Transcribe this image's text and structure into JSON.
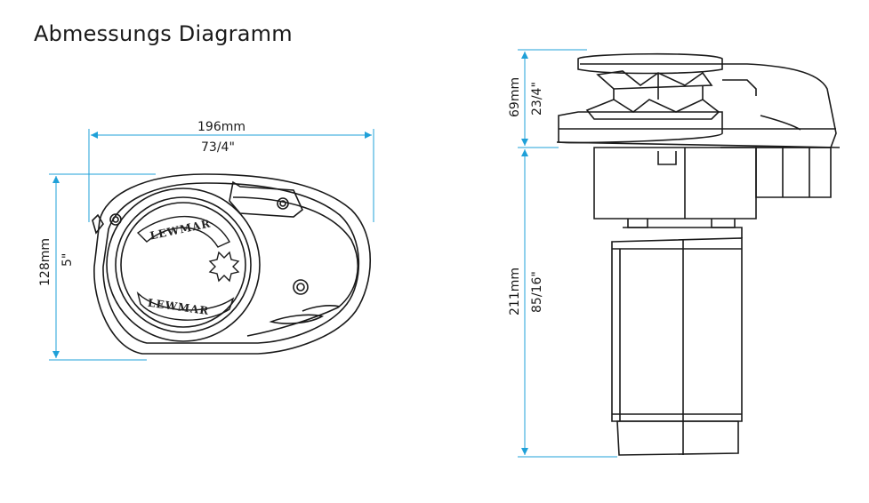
{
  "title": "Abmessungs Diagramm",
  "colors": {
    "dimension_line": "#1fa0d8",
    "outline": "#1a1a1a",
    "background": "#ffffff"
  },
  "top_view": {
    "brand_logo": "LEWMAR",
    "width_mm": "196mm",
    "width_in": "73/4\"",
    "height_mm": "128mm",
    "height_in": "5\""
  },
  "side_view": {
    "upper_mm": "69mm",
    "upper_in": "23/4\"",
    "lower_mm": "211mm",
    "lower_in": "85/16\""
  }
}
